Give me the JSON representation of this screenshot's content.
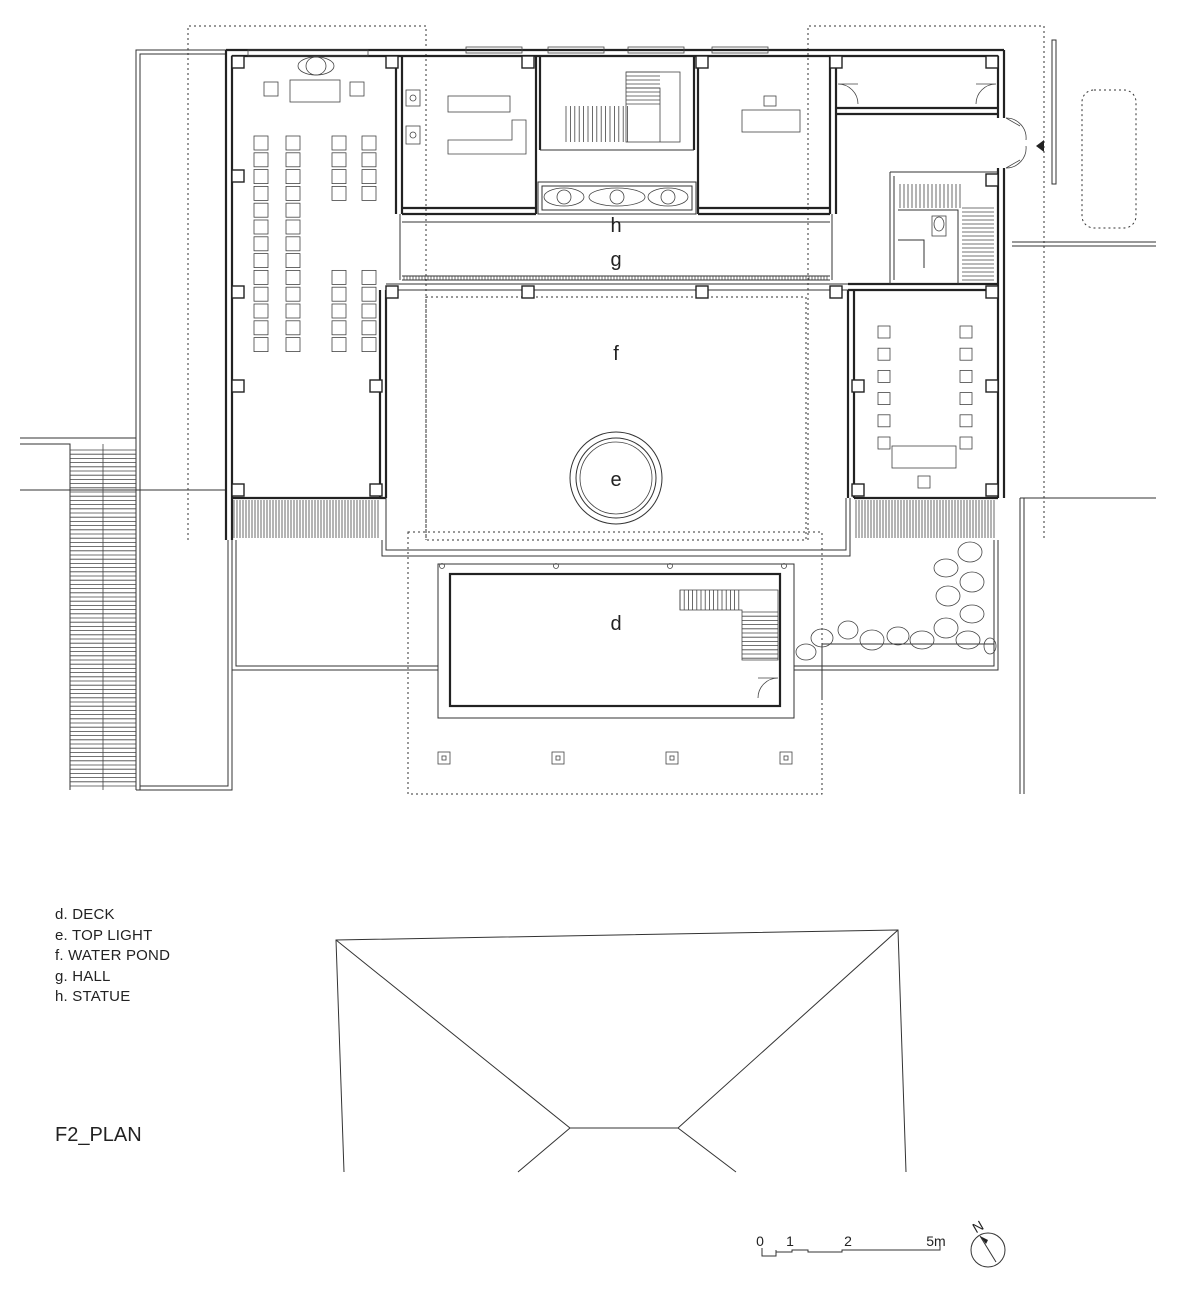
{
  "drawing": {
    "title": "F2_PLAN",
    "zone_labels": {
      "d": "d",
      "e": "e",
      "f": "f",
      "g": "g",
      "h": "h"
    },
    "legend": [
      "d. DECK",
      "e. TOP LIGHT",
      "f. WATER POND",
      "g. HALL",
      "h. STATUE"
    ],
    "scale_bar": {
      "ticks": [
        "0",
        "1",
        "2",
        "5m"
      ]
    },
    "north_arrow": {
      "label": "N"
    }
  }
}
